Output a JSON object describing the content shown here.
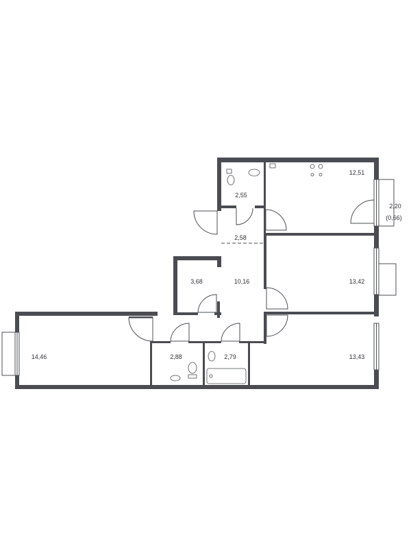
{
  "rooms": {
    "kitchen": "12,51",
    "bathroom_upper": "2,55",
    "corridor_upper": "2,58",
    "storage": "3,68",
    "hall": "10,16",
    "bedroom_right_upper": "13,42",
    "bedroom_right_lower": "13,43",
    "living_left": "14,46",
    "wc": "2,88",
    "bathroom_lower": "2,79",
    "balcony": "2,20",
    "balcony_reduced": "(0,66)"
  }
}
